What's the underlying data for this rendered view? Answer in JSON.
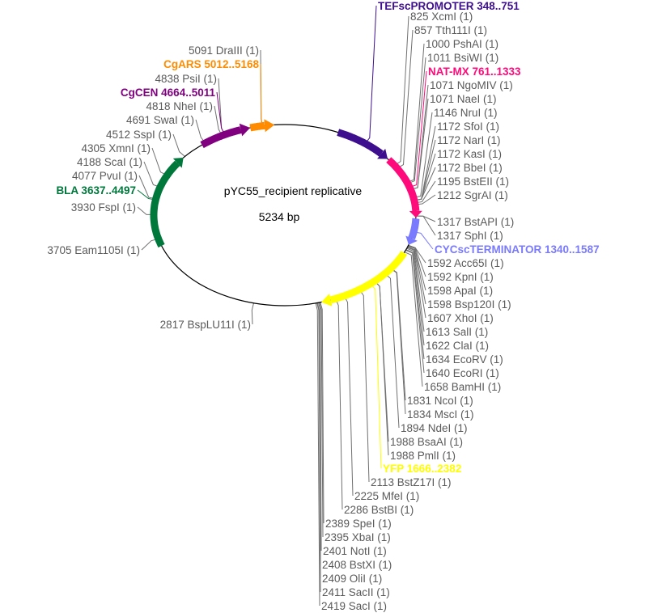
{
  "map": {
    "name": "pYC55_recipient replicative",
    "size_label": "5234 bp",
    "length": 5234,
    "backbone_color": "#000000",
    "site_color": "#5a5a5a"
  },
  "features": [
    {
      "label": "TEFscPROMOTER 348..751",
      "start": 348,
      "end": 751,
      "color": "#3d0f8f"
    },
    {
      "label": "NAT-MX 761..1333",
      "start": 761,
      "end": 1333,
      "color": "#ff0a7a"
    },
    {
      "label": "CYCscTERMINATOR 1340..1587",
      "start": 1340,
      "end": 1587,
      "color": "#7a7aff"
    },
    {
      "label": "YFP 1666..2382",
      "start": 1666,
      "end": 2382,
      "color": "#ffff00"
    },
    {
      "label": "BLA 3637..4497",
      "start": 3637,
      "end": 4497,
      "color": "#00783c"
    },
    {
      "label": "CgCEN 4664..5011",
      "start": 4664,
      "end": 5011,
      "color": "#800080"
    },
    {
      "label": "CgARS 5012..5168",
      "start": 5012,
      "end": 5168,
      "color": "#ff8c00"
    }
  ],
  "sites": [
    {
      "label": "825 XcmI (1)",
      "pos": 825
    },
    {
      "label": "857 Tth111I (1)",
      "pos": 857
    },
    {
      "label": "1000 PshAI (1)",
      "pos": 1000
    },
    {
      "label": "1011 BsiWI (1)",
      "pos": 1011
    },
    {
      "label": "1071 NgoMIV (1)",
      "pos": 1071
    },
    {
      "label": "1071 NaeI (1)",
      "pos": 1071
    },
    {
      "label": "1146 NruI (1)",
      "pos": 1146
    },
    {
      "label": "1172 SfoI (1)",
      "pos": 1172
    },
    {
      "label": "1172 NarI (1)",
      "pos": 1172
    },
    {
      "label": "1172 KasI (1)",
      "pos": 1172
    },
    {
      "label": "1172 BbeI (1)",
      "pos": 1172
    },
    {
      "label": "1195 BstEII (1)",
      "pos": 1195
    },
    {
      "label": "1212 SgrAI (1)",
      "pos": 1212
    },
    {
      "label": "1317 BstAPI (1)",
      "pos": 1317
    },
    {
      "label": "1317 SphI (1)",
      "pos": 1317
    },
    {
      "label": "1592 Acc65I (1)",
      "pos": 1592
    },
    {
      "label": "1592 KpnI (1)",
      "pos": 1592
    },
    {
      "label": "1598 ApaI (1)",
      "pos": 1598
    },
    {
      "label": "1598 Bsp120I (1)",
      "pos": 1598
    },
    {
      "label": "1607 XhoI (1)",
      "pos": 1607
    },
    {
      "label": "1613 SalI (1)",
      "pos": 1613
    },
    {
      "label": "1622 ClaI (1)",
      "pos": 1622
    },
    {
      "label": "1634 EcoRV (1)",
      "pos": 1634
    },
    {
      "label": "1640 EcoRI (1)",
      "pos": 1640
    },
    {
      "label": "1658 BamHI (1)",
      "pos": 1658
    },
    {
      "label": "1831 NcoI (1)",
      "pos": 1831
    },
    {
      "label": "1834 MscI (1)",
      "pos": 1834
    },
    {
      "label": "1894 NdeI (1)",
      "pos": 1894
    },
    {
      "label": "1988 BsaAI (1)",
      "pos": 1988
    },
    {
      "label": "1988 PmlI (1)",
      "pos": 1988
    },
    {
      "label": "2113 BstZ17I (1)",
      "pos": 2113
    },
    {
      "label": "2225 MfeI (1)",
      "pos": 2225
    },
    {
      "label": "2286 BstBI (1)",
      "pos": 2286
    },
    {
      "label": "2389 SpeI (1)",
      "pos": 2389
    },
    {
      "label": "2395 XbaI (1)",
      "pos": 2395
    },
    {
      "label": "2401 NotI (1)",
      "pos": 2401
    },
    {
      "label": "2408 BstXI (1)",
      "pos": 2408
    },
    {
      "label": "2409 OliI (1)",
      "pos": 2409
    },
    {
      "label": "2411 SacII (1)",
      "pos": 2411
    },
    {
      "label": "2419 SacI (1)",
      "pos": 2419
    },
    {
      "label": "2817 BspLU11I (1)",
      "pos": 2817
    },
    {
      "label": "3705 Eam1105I (1)",
      "pos": 3705
    },
    {
      "label": "3930 FspI (1)",
      "pos": 3930
    },
    {
      "label": "4077 PvuI (1)",
      "pos": 4077
    },
    {
      "label": "4188 ScaI (1)",
      "pos": 4188
    },
    {
      "label": "4305 XmnI (1)",
      "pos": 4305
    },
    {
      "label": "4512 SspI (1)",
      "pos": 4512
    },
    {
      "label": "4691 SwaI (1)",
      "pos": 4691
    },
    {
      "label": "4818 NheI (1)",
      "pos": 4818
    },
    {
      "label": "4838 PsiI (1)",
      "pos": 4838
    },
    {
      "label": "5091 DraIII (1)",
      "pos": 5091
    }
  ]
}
